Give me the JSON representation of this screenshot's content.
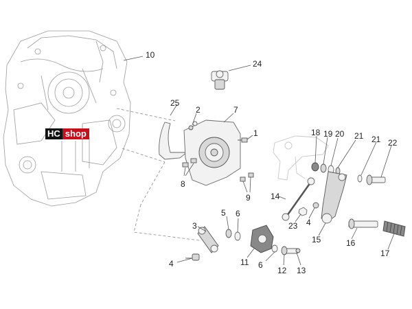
{
  "logo": {
    "hc": "HC",
    "shop": "shop",
    "colors": {
      "hc_bg": "#111111",
      "shop_bg": "#c1121f"
    }
  },
  "callouts": [
    {
      "id": "c10",
      "label": "10"
    },
    {
      "id": "c24",
      "label": "24"
    },
    {
      "id": "c25",
      "label": "25"
    },
    {
      "id": "c2",
      "label": "2"
    },
    {
      "id": "c7",
      "label": "7"
    },
    {
      "id": "c1",
      "label": "1"
    },
    {
      "id": "c8",
      "label": "8"
    },
    {
      "id": "c9",
      "label": "9"
    },
    {
      "id": "c18",
      "label": "18"
    },
    {
      "id": "c19",
      "label": "19"
    },
    {
      "id": "c20",
      "label": "20"
    },
    {
      "id": "c21a",
      "label": "21"
    },
    {
      "id": "c21b",
      "label": "21"
    },
    {
      "id": "c22",
      "label": "22"
    },
    {
      "id": "c14",
      "label": "14"
    },
    {
      "id": "c23",
      "label": "23"
    },
    {
      "id": "c4a",
      "label": "4"
    },
    {
      "id": "c15",
      "label": "15"
    },
    {
      "id": "c16",
      "label": "16"
    },
    {
      "id": "c17",
      "label": "17"
    },
    {
      "id": "c3",
      "label": "3"
    },
    {
      "id": "c5",
      "label": "5"
    },
    {
      "id": "c6a",
      "label": "6"
    },
    {
      "id": "c11",
      "label": "11"
    },
    {
      "id": "c6b",
      "label": "6"
    },
    {
      "id": "c12",
      "label": "12"
    },
    {
      "id": "c13",
      "label": "13"
    },
    {
      "id": "c4b",
      "label": "4"
    }
  ]
}
